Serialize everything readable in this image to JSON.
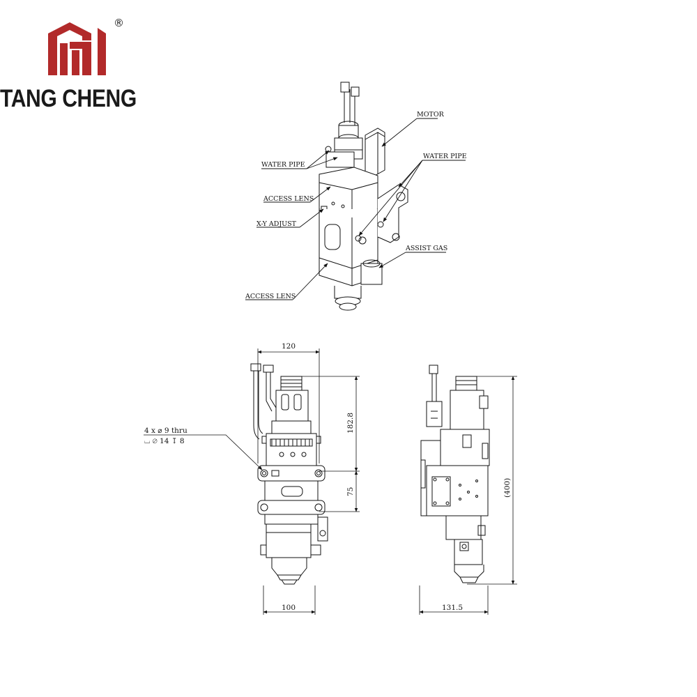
{
  "brand": {
    "name": "TANG CHENG",
    "registered_mark": "®",
    "logo_color": "#b22a2a"
  },
  "callouts": {
    "motor": "MOTOR",
    "water_pipe_left": "WATER PIPE",
    "water_pipe_right": "WATER PIPE",
    "access_lens_top": "ACCESS LENS",
    "xy_adjust": "X-Y ADJUST",
    "assist_gas": "ASSIST GAS",
    "access_lens_bottom": "ACCESS LENS"
  },
  "dimensions": {
    "front_width_top": "120",
    "front_width_bottom": "100",
    "front_height_upper": "182.8",
    "front_height_lower": "75",
    "side_width": "131.5",
    "side_height": "(400)",
    "hole_note_line1": "4 x ⌀ 9 thru",
    "hole_note_line2": "⌴ ⌀ 14 ↧ 8"
  }
}
